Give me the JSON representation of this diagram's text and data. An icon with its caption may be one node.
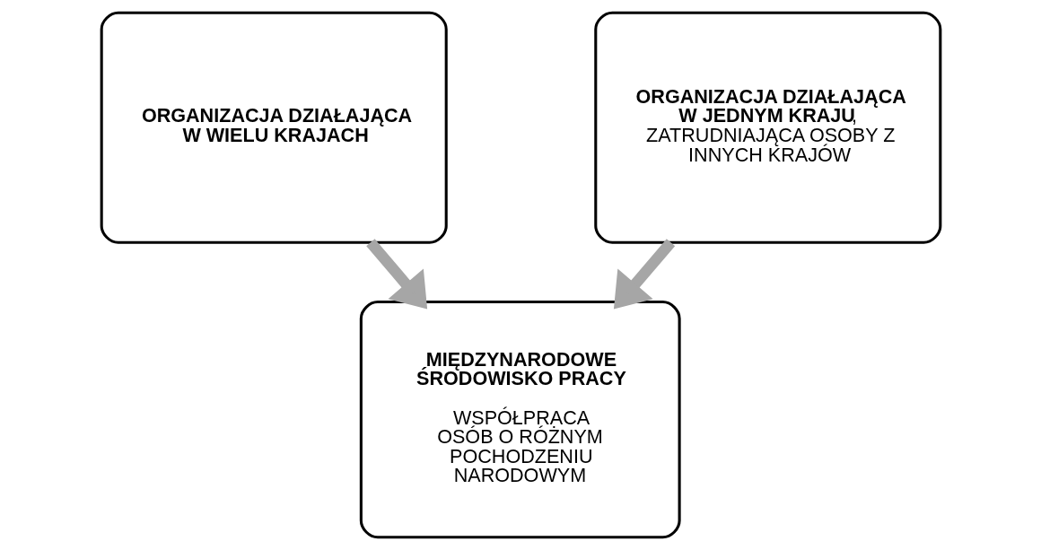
{
  "diagram": {
    "nodes": [
      {
        "text": [
          "ORGANIZACJA DZIAŁAJĄCA W WIELU KRAJACH"
        ]
      },
      {
        "text": [
          "**ORGANIZACJA DZIAŁAJĄCA W JEDNYM KRAJU**, ZATRUDNIAJĄCA OSOBY Z INNYCH KRAJÓW"
        ]
      },
      {
        "text": [
          "MIĘDZYNARODOWE ŚRODOWISKO PRACY",
          "WSPÓŁPRACA OSÓB O RÓŻNYM POCHODZENIU NARODOWYM"
        ]
      }
    ],
    "edges": [
      {
        "from": 0,
        "to": 2,
        "arrow": "to",
        "color": "#a6a6a6"
      },
      {
        "from": 1,
        "to": 2,
        "arrow": "to",
        "color": "#a6a6a6"
      }
    ]
  }
}
